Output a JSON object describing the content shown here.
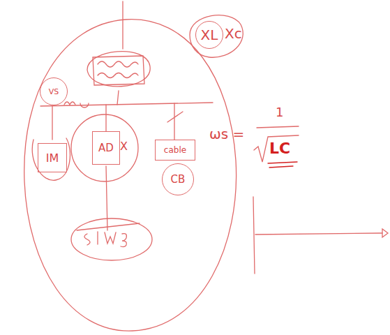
{
  "diagram": {
    "nodes": [
      {
        "text": [
          "VS"
        ]
      },
      {
        "text": [
          "IM"
        ]
      },
      {
        "text": [
          "AD"
        ]
      },
      {
        "text": [
          "cable"
        ]
      },
      {
        "text": [
          "CB"
        ]
      },
      {
        "text": [
          "XL"
        ]
      }
    ],
    "labels": [
      "Xc",
      "ωs =",
      "1",
      "LC",
      "X"
    ]
  }
}
